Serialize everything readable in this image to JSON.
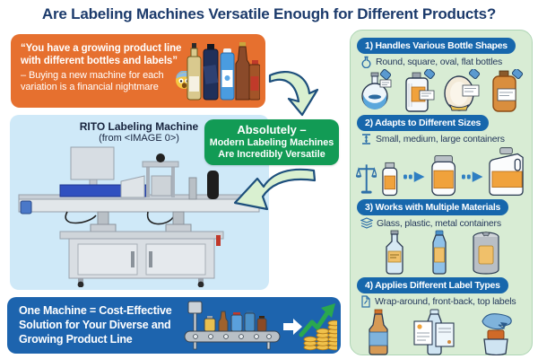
{
  "title": "Are Labeling Machines Versatile Enough for Different Products?",
  "problem_box": {
    "quote_lines": [
      "“You have a growing product line",
      "with different bottles and labels”"
    ],
    "note_lines": [
      "– Buying a new machine for each",
      "variation is a financial nightmare"
    ],
    "emoji": "fearful-face",
    "bg_color": "#E6702F"
  },
  "machine_panel": {
    "caption_line1": "RITO Labeling Machine",
    "caption_line2": "(from <IMAGE 0>)",
    "bg_color": "#CFE9F8"
  },
  "answer_box": {
    "lines": [
      "Absolutely –",
      "Modern Labeling Machines",
      "Are Incredibly Versatile"
    ],
    "bg_color": "#129B55"
  },
  "benefit_box": {
    "lines": [
      "One Machine = Cost-Effective",
      "Solution for Your Diverse and",
      "Growing Product Line"
    ],
    "bg_color": "#1D64AE"
  },
  "features_panel": {
    "bg_color": "#D8ECD4",
    "header_color": "#1767AC",
    "sections": [
      {
        "header": "1) Handles Various Bottle Shapes",
        "subtitle": "Round, square, oval, flat bottles",
        "icon": "flask-icon"
      },
      {
        "header": "2) Adapts to Different Sizes",
        "subtitle": "Small, medium, large containers",
        "icon": "height-adjust-icon"
      },
      {
        "header": "3) Works with Multiple Materials",
        "subtitle": "Glass, plastic, metal containers",
        "icon": "layers-icon"
      },
      {
        "header": "4) Applies Different Label Types",
        "subtitle": "Wrap-around, front-back, top labels",
        "icon": "label-icon"
      }
    ]
  },
  "colors": {
    "title_text": "#1B3A6B",
    "problem_orange": "#E6702F",
    "answer_green": "#129B55",
    "benefit_blue": "#1D64AE",
    "machine_panel_blue": "#CFE9F8",
    "features_bg_green": "#D8ECD4",
    "feature_header_blue": "#1767AC",
    "arrow_fill_green": "#D9F0D0",
    "arrow_outline_blue": "#1D4F7C",
    "coin_gold": "#F0C14B",
    "growth_green": "#2AA84F"
  }
}
